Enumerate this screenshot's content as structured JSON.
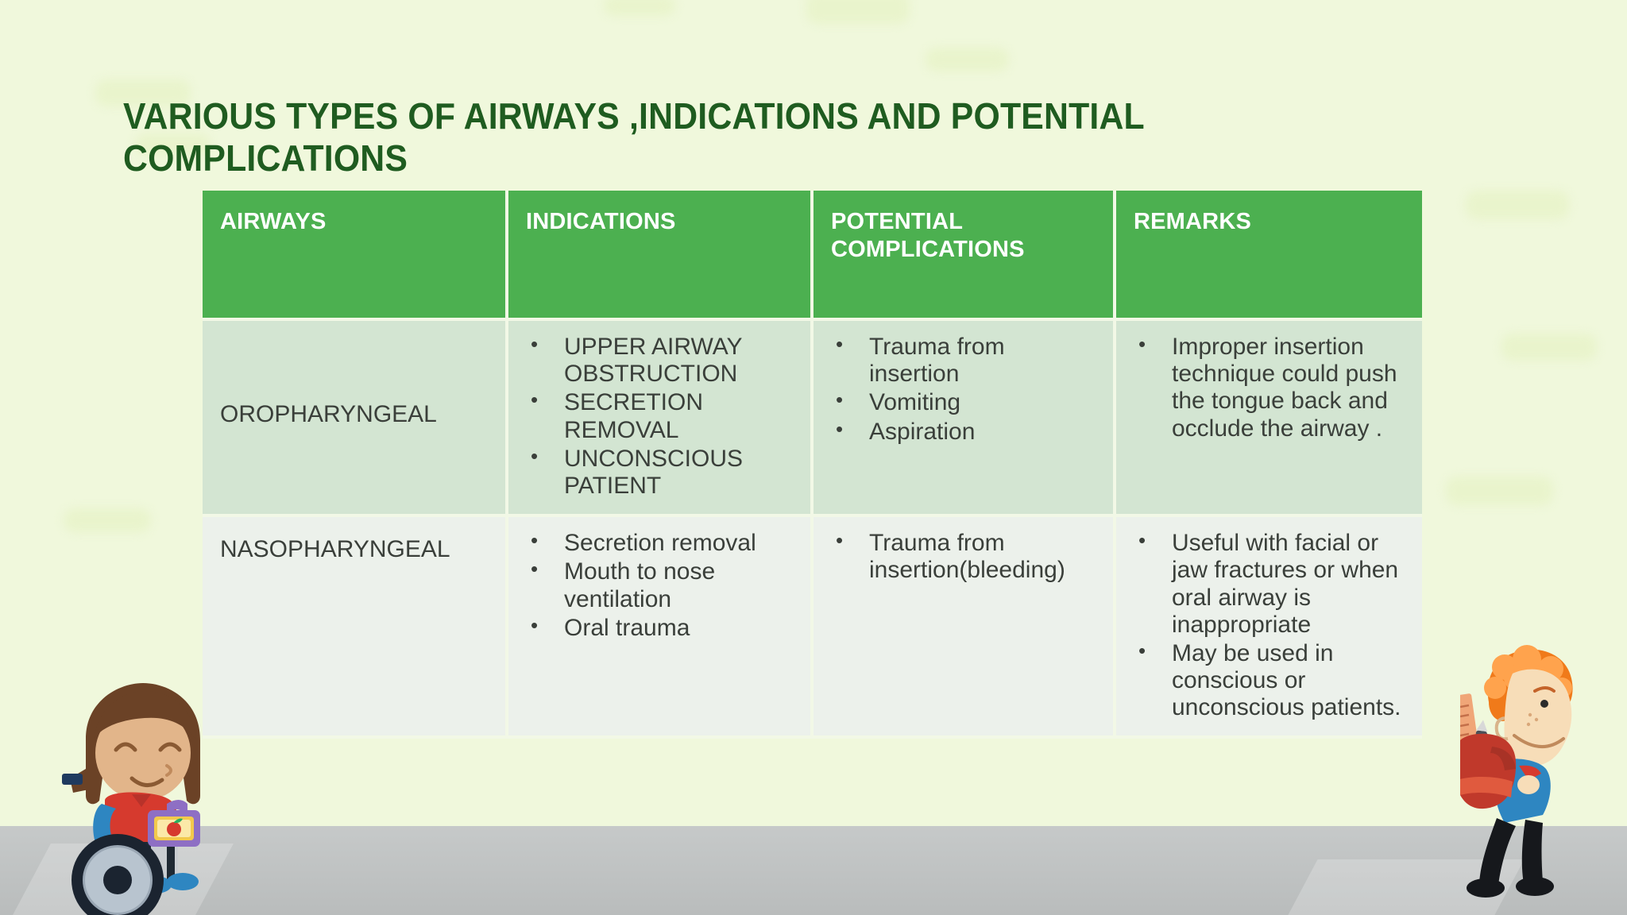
{
  "slide": {
    "title": "VARIOUS TYPES OF AIRWAYS ,INDICATIONS AND POTENTIAL COMPLICATIONS",
    "background_color": "#F0F8DC",
    "title_color": "#1F5C20",
    "header_color": "#4CB050",
    "row_a_color": "#D3E5D2",
    "row_b_color": "#ECF1EB",
    "body_text_color": "#3A3F3A",
    "road_color": "#C2C5C5"
  },
  "table": {
    "headers": [
      "AIRWAYS",
      "INDICATIONS",
      "POTENTIAL COMPLICATIONS",
      "REMARKS"
    ],
    "rows": [
      {
        "airway": "OROPHARYNGEAL",
        "indications": [
          "UPPER AIRWAY OBSTRUCTION",
          "SECRETION REMOVAL",
          "UNCONSCIOUS PATIENT"
        ],
        "complications": [
          "Trauma from insertion",
          "Vomiting",
          "Aspiration"
        ],
        "remarks": [
          "Improper insertion technique could push the tongue back and occlude the airway ."
        ]
      },
      {
        "airway": "NASOPHARYNGEAL",
        "indications": [
          "Secretion removal",
          "Mouth to nose ventilation",
          "Oral trauma"
        ],
        "complications": [
          "Trauma from insertion(bleeding)"
        ],
        "remarks": [
          "Useful with facial or jaw fractures or when oral airway is inappropriate",
          "May be used in conscious or unconscious patients."
        ]
      }
    ]
  },
  "decorations": {
    "girl_character": "girl-in-wheelchair-illustration",
    "boy_character": "boy-with-backpack-illustration"
  }
}
